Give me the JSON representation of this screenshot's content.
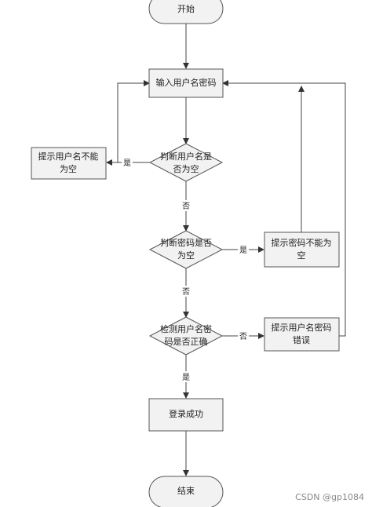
{
  "nodes": {
    "start": "开始",
    "input": "输入用户名密码",
    "check_user_l1": "判断用户名是",
    "check_user_l2": "否为空",
    "warn_user_l1": "提示用户名不能",
    "warn_user_l2": "为空",
    "check_pwd_l1": "判断密码是否",
    "check_pwd_l2": "为空",
    "warn_pwd_l1": "提示密码不能为",
    "warn_pwd_l2": "空",
    "verify_l1": "检测用户名密",
    "verify_l2": "码是否正确",
    "warn_err_l1": "提示用户名密码",
    "warn_err_l2": "错误",
    "success": "登录成功",
    "end": "结束"
  },
  "edges": {
    "user_yes": "是",
    "user_no": "否",
    "pwd_yes": "是",
    "pwd_no": "否",
    "verify_no": "否",
    "verify_yes": "是"
  },
  "watermark": "CSDN @gp1084"
}
